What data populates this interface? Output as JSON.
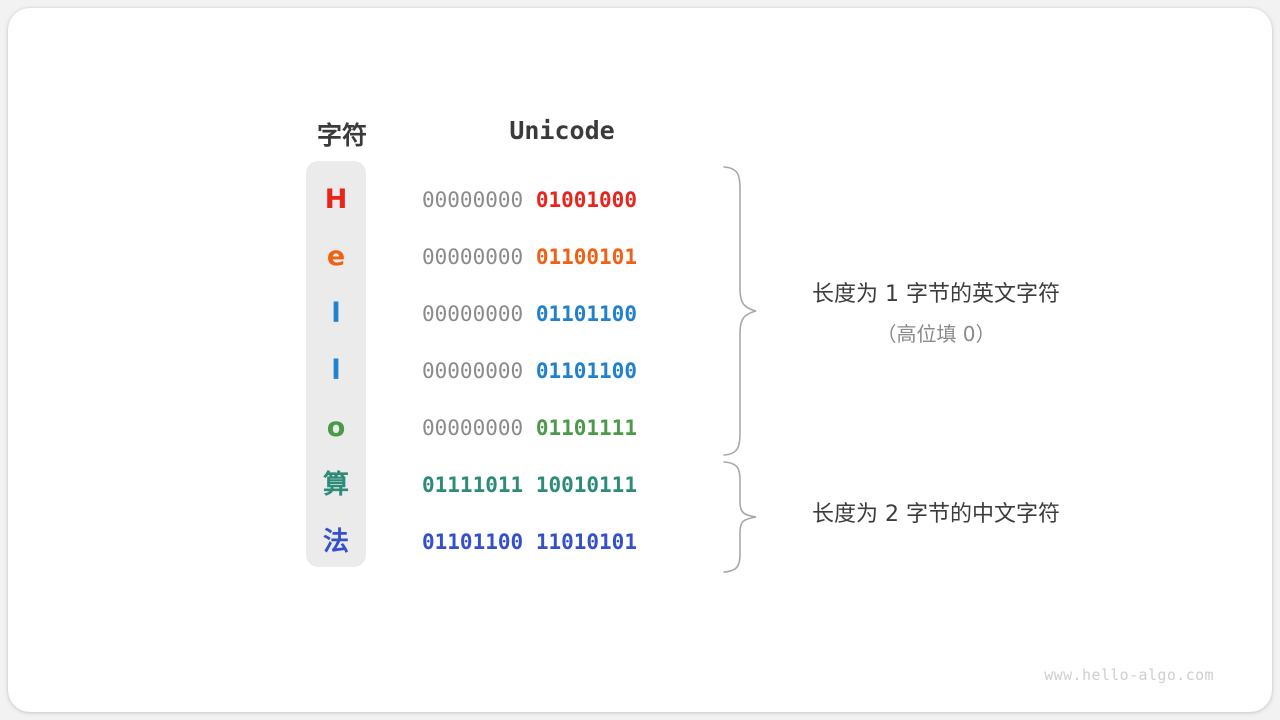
{
  "headers": {
    "char": "字符",
    "unicode": "Unicode"
  },
  "colors": {
    "H": "#e8241c",
    "e": "#ef6215",
    "l": "#2181cc",
    "o": "#4c9a49",
    "suan": "#2e8b78",
    "fa": "#3450cc",
    "high_byte": "#8a8a8a",
    "panel_bg": "#ebebeb",
    "card_bg": "#ffffff",
    "page_bg": "#f2f2f2",
    "brace": "#a8a8a8",
    "note_text": "#3c3c3c",
    "note_sub": "#8a8a8a",
    "watermark": "#cfcfcf"
  },
  "rows": [
    {
      "char": "H",
      "cjk": false,
      "color": "#e8241c",
      "high": "00000000",
      "low": "01001000",
      "wide": false
    },
    {
      "char": "e",
      "cjk": false,
      "color": "#ef6215",
      "high": "00000000",
      "low": "01100101",
      "wide": false
    },
    {
      "char": "l",
      "cjk": false,
      "color": "#2181cc",
      "high": "00000000",
      "low": "01101100",
      "wide": false
    },
    {
      "char": "l",
      "cjk": false,
      "color": "#2181cc",
      "high": "00000000",
      "low": "01101100",
      "wide": false
    },
    {
      "char": "o",
      "cjk": false,
      "color": "#4c9a49",
      "high": "00000000",
      "low": "01101111",
      "wide": false
    },
    {
      "char": "算",
      "cjk": true,
      "color": "#2e8b78",
      "high": "01111011",
      "low": "10010111",
      "wide": true
    },
    {
      "char": "法",
      "cjk": true,
      "color": "#3450cc",
      "high": "01101100",
      "low": "11010101",
      "wide": true
    }
  ],
  "annotations": [
    {
      "line1": "长度为 1 字节的英文字符",
      "line2": "（高位填 0）",
      "covers": "rows 1-5 (Hello)"
    },
    {
      "line1": "长度为 2 字节的中文字符",
      "line2": "",
      "covers": "rows 6-7 (算法)"
    }
  ],
  "watermark": "www.hello-algo.com"
}
